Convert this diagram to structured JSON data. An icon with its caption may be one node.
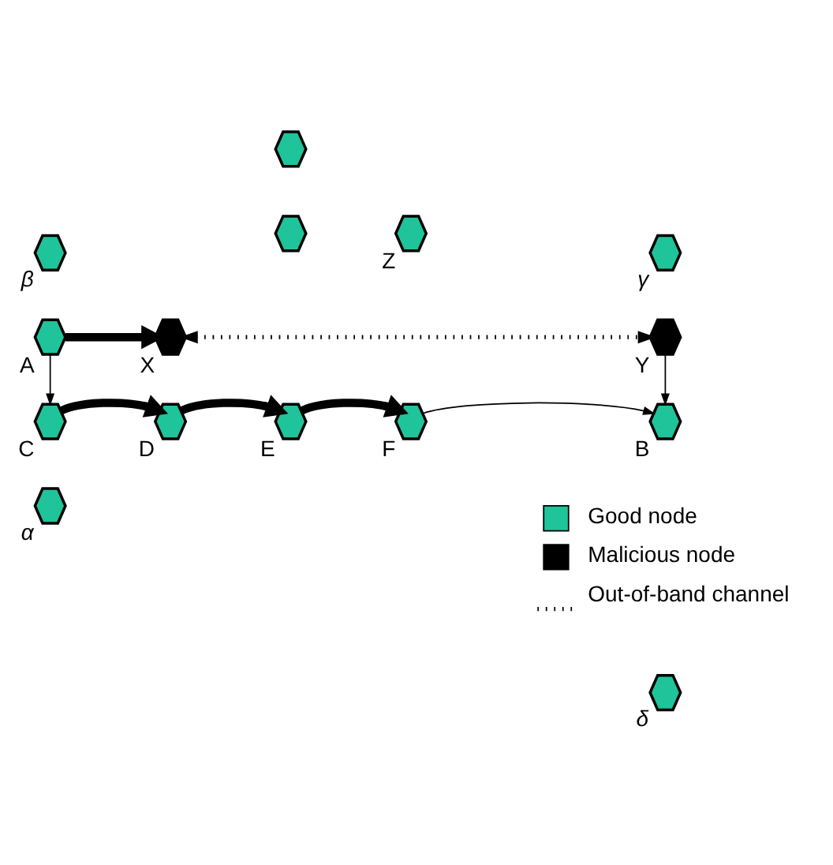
{
  "diagram": {
    "nodes": [
      {
        "text": [],
        "shape": "hexagon",
        "beside": [
          "α"
        ]
      },
      {
        "text": [],
        "shape": "hexagon",
        "beside": [
          "δ"
        ]
      },
      {
        "text": [],
        "shape": "hexagon",
        "beside": [
          "A"
        ]
      },
      {
        "text": [],
        "shape": "hexagon",
        "beside": [
          "X"
        ]
      },
      {
        "text": [],
        "shape": "hexagon"
      },
      {
        "text": [],
        "shape": "hexagon",
        "beside": [
          "Z"
        ]
      },
      {
        "text": [],
        "shape": "hexagon",
        "beside": [
          "Y"
        ]
      },
      {
        "text": [],
        "shape": "hexagon",
        "beside": [
          "β"
        ]
      },
      {
        "text": [],
        "shape": "hexagon"
      },
      {
        "text": [],
        "shape": "hexagon",
        "beside": [
          "γ"
        ]
      },
      {
        "text": [],
        "shape": "hexagon",
        "beside": [
          "B"
        ]
      },
      {
        "text": [],
        "shape": "hexagon",
        "beside": [
          "C"
        ]
      },
      {
        "text": [],
        "shape": "hexagon",
        "beside": [
          "D"
        ]
      },
      {
        "text": [],
        "shape": "hexagon",
        "beside": [
          "E"
        ]
      },
      {
        "text": [],
        "shape": "hexagon",
        "beside": [
          "F"
        ]
      }
    ],
    "edges": [
      {
        "from": 2,
        "to": 3,
        "arrow": "to",
        "style": "thick"
      },
      {
        "from": 3,
        "to": 6,
        "arrow": "both",
        "style": "dashed"
      },
      {
        "from": 6,
        "to": 10,
        "arrow": "to"
      },
      {
        "from": 2,
        "to": 11,
        "arrow": "to"
      },
      {
        "from": 11,
        "to": 12,
        "arrow": "to",
        "style": "thick"
      },
      {
        "from": 12,
        "to": 13,
        "arrow": "to",
        "style": "thick"
      },
      {
        "from": 13,
        "to": 14,
        "arrow": "to",
        "style": "thick"
      },
      {
        "from": 14,
        "to": 10,
        "arrow": "to"
      }
    ],
    "legend": [
      {
        "text": "Good node",
        "color": "#1fc49a"
      },
      {
        "text": "Malicious node",
        "color": "#000000"
      },
      {
        "text": "Out-of-band channel"
      }
    ]
  }
}
